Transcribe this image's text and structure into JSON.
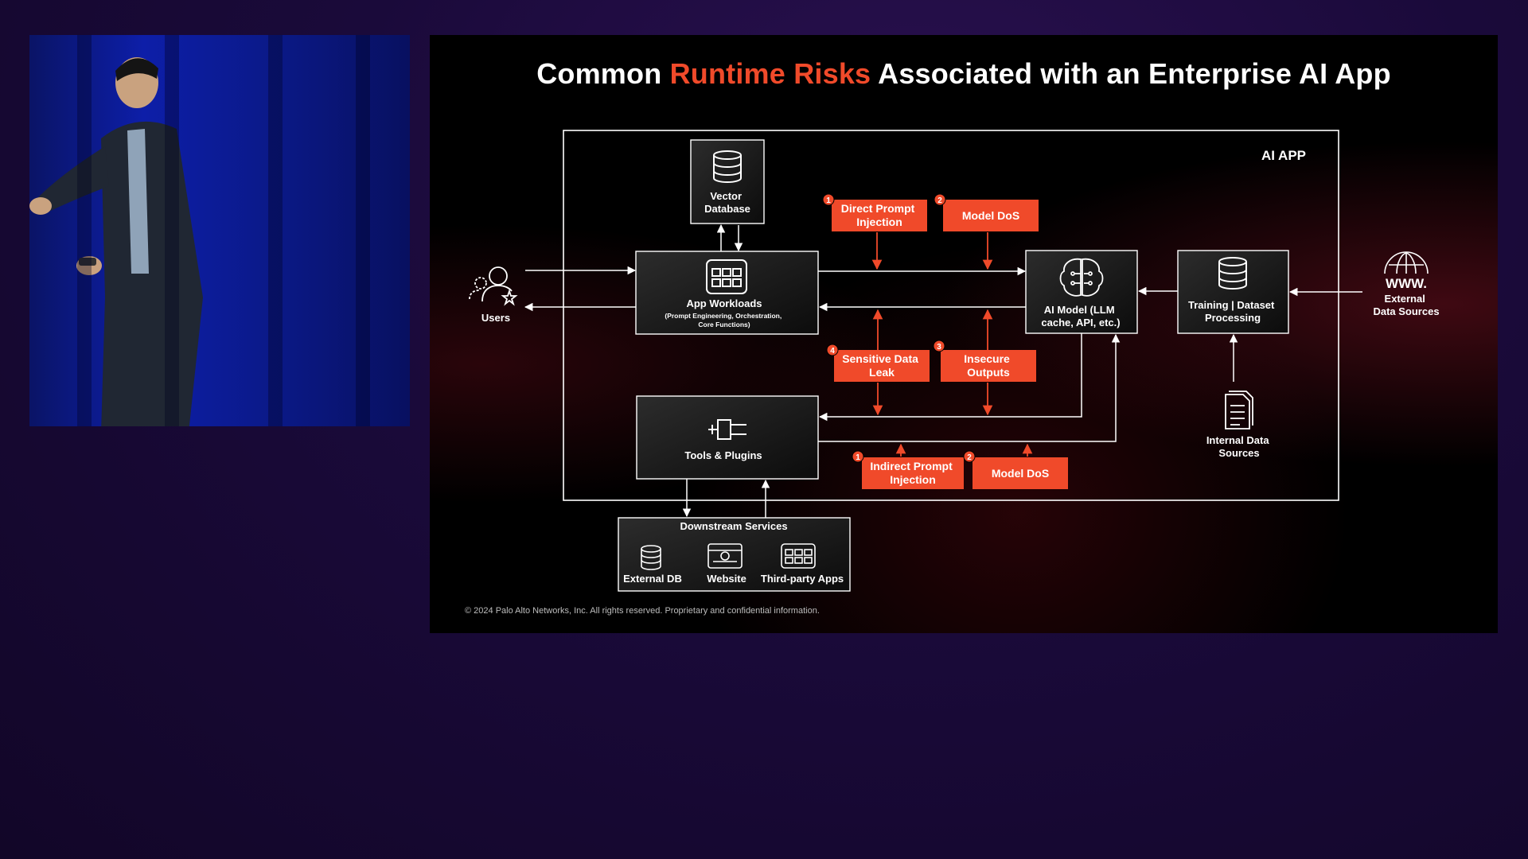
{
  "slide": {
    "title_prefix": "Common ",
    "title_accent": "Runtime Risks",
    "title_suffix": " Associated with an Enterprise AI App",
    "footer": "© 2024 Palo Alto Networks, Inc. All rights reserved. Proprietary and confidential information.",
    "accent_color": "#f04a2a"
  },
  "diagram": {
    "ai_app_label": "AI APP",
    "vector_db": [
      "Vector",
      "Database"
    ],
    "app_workloads": {
      "title": "App Workloads",
      "sub": [
        "(Prompt Engineering, Orchestration,",
        "Core Functions)"
      ]
    },
    "ai_model": [
      "AI Model (LLM",
      "cache, API, etc.)"
    ],
    "training": [
      "Training | Dataset",
      "Processing"
    ],
    "tools": "Tools & Plugins",
    "users": "Users",
    "www": "WWW.",
    "external_sources": [
      "External",
      "Data Sources"
    ],
    "internal_sources": [
      "Internal Data",
      "Sources"
    ],
    "downstream": {
      "title": "Downstream Services",
      "items": [
        "External DB",
        "Website",
        "Third-party Apps"
      ]
    },
    "risks": {
      "direct_prompt": {
        "num": "1",
        "text": [
          "Direct Prompt",
          "Injection"
        ]
      },
      "model_dos_top": {
        "num": "2",
        "text": [
          "Model DoS"
        ]
      },
      "sensitive_leak": {
        "num": "4",
        "text": [
          "Sensitive Data",
          "Leak"
        ]
      },
      "insecure_outputs": {
        "num": "3",
        "text": [
          "Insecure",
          "Outputs"
        ]
      },
      "indirect_prompt": {
        "num": "1",
        "text": [
          "Indirect Prompt",
          "Injection"
        ]
      },
      "model_dos_bottom": {
        "num": "2",
        "text": [
          "Model DoS"
        ]
      }
    }
  }
}
